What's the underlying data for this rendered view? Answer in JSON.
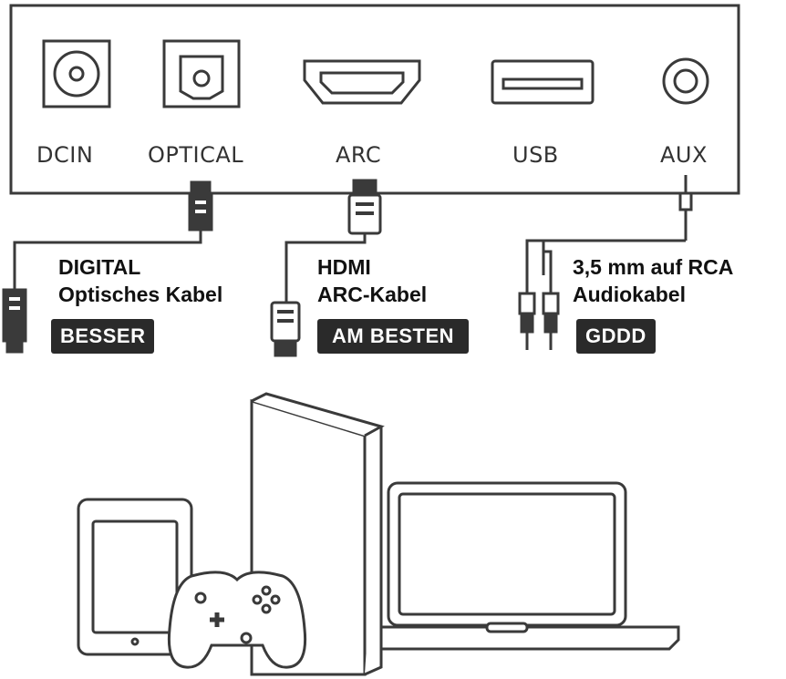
{
  "ports": [
    {
      "id": "dc-in",
      "label": "DCIN"
    },
    {
      "id": "optical",
      "label": "OPTICAL"
    },
    {
      "id": "arc",
      "label": "ARC"
    },
    {
      "id": "usb",
      "label": "USB"
    },
    {
      "id": "aux",
      "label": "AUX"
    }
  ],
  "cables": [
    {
      "id": "optical",
      "line1": "DIGITAL",
      "line2": "Optisches Kabel",
      "rating": "BESSER"
    },
    {
      "id": "hdmi",
      "line1": "HDMI",
      "line2": "ARC-Kabel",
      "rating": "AM BESTEN"
    },
    {
      "id": "rca",
      "line1": "3,5 mm auf RCA",
      "line2": "Audiokabel",
      "rating": "GDDD"
    }
  ],
  "devices": [
    "tablet",
    "game-controller",
    "game-console",
    "laptop"
  ],
  "colors": {
    "line": "#3a3a3a",
    "badge_bg": "#2a2a2a",
    "badge_text": "#ffffff"
  }
}
